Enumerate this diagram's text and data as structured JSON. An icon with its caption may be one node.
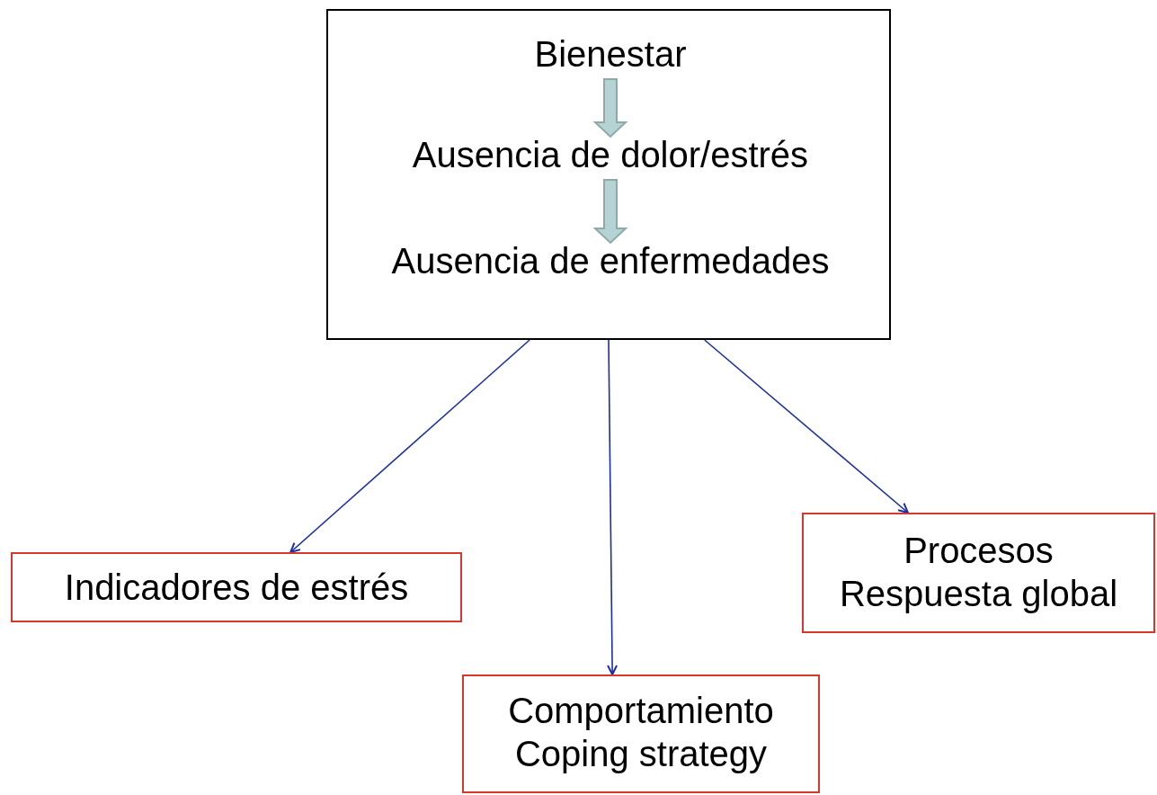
{
  "diagram": {
    "nodes": [
      {
        "text": [],
        "shape": "box"
      },
      {
        "text": [
          "Bienestar"
        ],
        "in": 0
      },
      {
        "text": [
          "Ausencia de dolor/estrés"
        ],
        "in": 0
      },
      {
        "text": [
          "Ausencia de enfermedades"
        ],
        "in": 0
      },
      {
        "text": [
          "Indicadores de estrés"
        ]
      },
      {
        "text": [
          "Comportamiento",
          "Coping strategy"
        ]
      },
      {
        "text": [
          "Procesos",
          "Respuesta global"
        ]
      }
    ],
    "edges": [
      {
        "from": 1,
        "to": 2,
        "arrow": "to",
        "style": "thick",
        "color": "#b5d3d3"
      },
      {
        "from": 2,
        "to": 3,
        "arrow": "to",
        "style": "thick",
        "color": "#b5d3d3"
      },
      {
        "from": 0,
        "to": 4,
        "arrow": "to"
      },
      {
        "from": 0,
        "to": 5,
        "arrow": "to"
      },
      {
        "from": 0,
        "to": 6,
        "arrow": "to"
      }
    ]
  }
}
